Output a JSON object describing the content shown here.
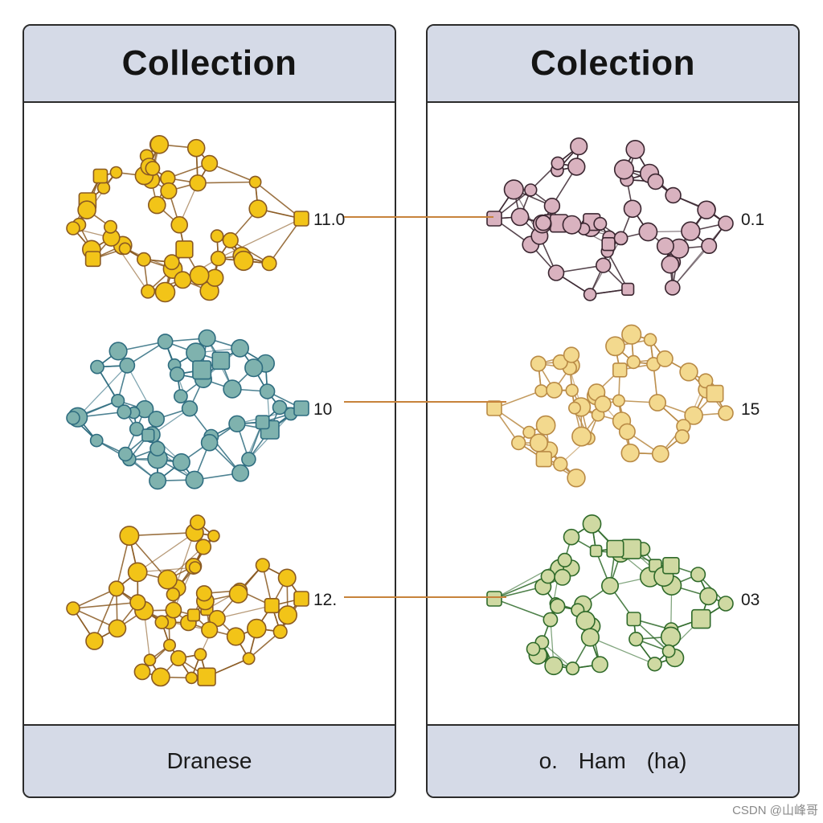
{
  "left_panel": {
    "title": "Collection",
    "caption": "Dranese"
  },
  "right_panel": {
    "title": "Colection",
    "caption": "o. Ham (ha)"
  },
  "connector_color": "#c7833b",
  "rows": [
    {
      "left": {
        "label": "11.0",
        "node_fill": "#f2c418",
        "edge_color": "#8a5a22"
      },
      "right": {
        "label": "0.1",
        "node_fill": "#d9b2bf",
        "edge_color": "#3a2630"
      }
    },
    {
      "left": {
        "label": "10",
        "node_fill": "#7fb2ae",
        "edge_color": "#2f6d80"
      },
      "right": {
        "label": "15",
        "node_fill": "#f3d98e",
        "edge_color": "#b98a45"
      }
    },
    {
      "left": {
        "label": "12.",
        "node_fill": "#f2c418",
        "edge_color": "#8a5a22"
      },
      "right": {
        "label": "03",
        "node_fill": "#cfd9a2",
        "edge_color": "#2f6a2a"
      }
    }
  ],
  "watermark": "CSDN @山峰哥"
}
